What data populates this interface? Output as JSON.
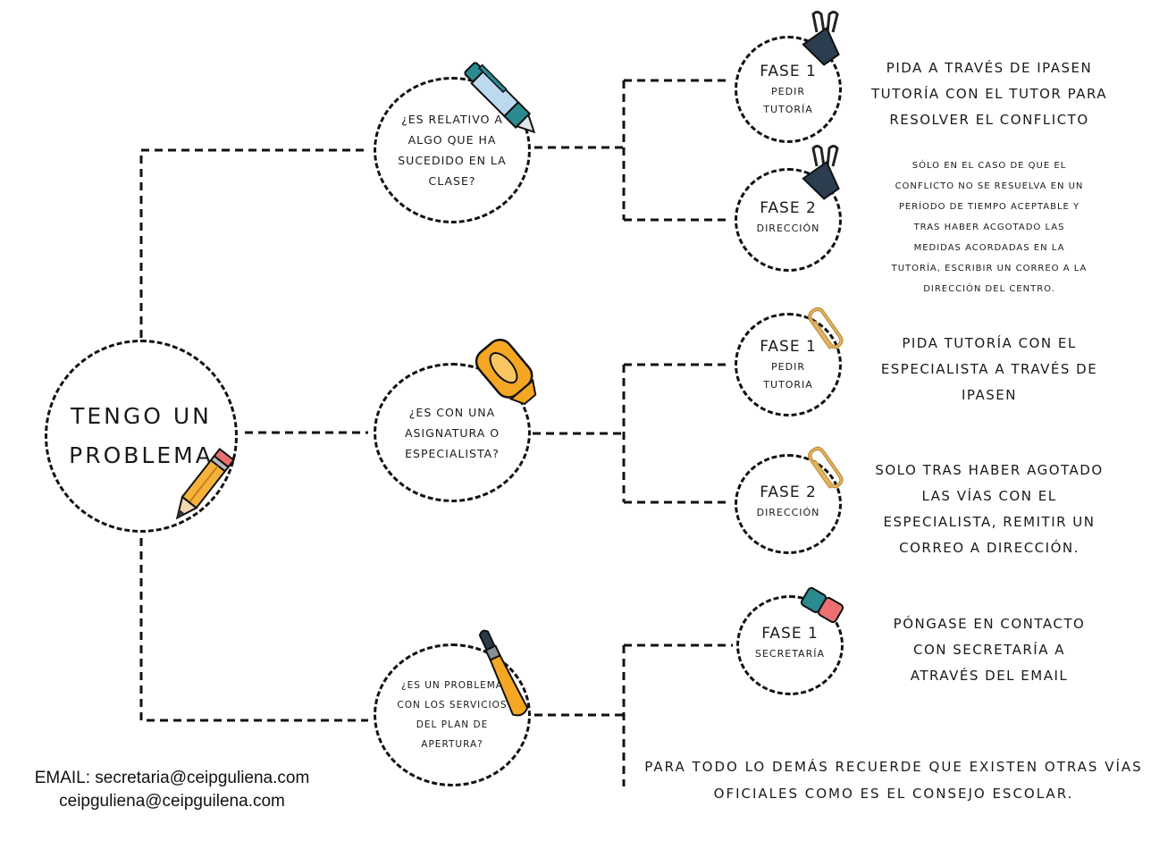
{
  "main": {
    "line1": "TENGO UN",
    "line2": "PROBLEMA"
  },
  "questions": [
    {
      "lines": [
        "¿ES RELATIVO A",
        "ALGO QUE HA",
        "SUCEDIDO EN LA",
        "CLASE?"
      ]
    },
    {
      "lines": [
        "¿ES CON UNA",
        "ASIGNATURA O",
        "ESPECIALISTA?"
      ]
    },
    {
      "lines": [
        "¿ES UN PROBLEMA",
        "CON LOS SERVICIOS",
        "DEL PLAN DE",
        "APERTURA?"
      ]
    }
  ],
  "phases": [
    {
      "title": "FASE 1",
      "sub": [
        "PEDIR",
        "TUTORÍA"
      ]
    },
    {
      "title": "FASE 2",
      "sub": [
        "DIRECCIÓN"
      ]
    },
    {
      "title": "FASE 1",
      "sub": [
        "PEDIR",
        "TUTORIA"
      ]
    },
    {
      "title": "FASE 2",
      "sub": [
        "DIRECCIÓN"
      ]
    },
    {
      "title": "FASE 1",
      "sub": [
        "SECRETARÍA"
      ]
    }
  ],
  "descriptions": [
    {
      "lines": [
        "PIDA A TRAVÉS DE IPASEN",
        "TUTORÍA CON EL TUTOR PARA",
        "RESOLVER EL CONFLICTO"
      ]
    },
    {
      "lines": [
        "SÓLO EN EL CASO DE QUE EL",
        "CONFLICTO NO SE RESUELVA EN UN",
        "PERÍODO DE TIEMPO ACEPTABLE Y",
        "TRAS HABER ACGOTADO LAS",
        "MEDIDAS ACORDADAS EN LA",
        "TUTORÍA, ESCRIBIR UN CORREO A LA",
        "DIRECCIÓN DEL CENTRO."
      ]
    },
    {
      "lines": [
        "PIDA TUTORÍA CON EL",
        "ESPECIALISTA A TRAVÉS DE",
        "IPASEN"
      ]
    },
    {
      "lines": [
        "SOLO TRAS HABER AGOTADO",
        "LAS VÍAS CON EL",
        "ESPECIALISTA, REMITIR UN",
        "CORREO A DIRECCIÓN."
      ]
    },
    {
      "lines": [
        "PÓNGASE EN CONTACTO",
        "CON SECRETARÍA A",
        "ATRAVÉS DEL EMAIL"
      ]
    }
  ],
  "note": {
    "lines": [
      "PARA TODO LO DEMÁS RECUERDE QUE EXISTEN OTRAS VÍAS",
      "OFICIALES COMO ES EL CONSEJO ESCOLAR."
    ]
  },
  "footer": {
    "email_line": "EMAIL: secretaria@ceipguliena.com",
    "email_line2": "ceipguliena@ceipguilena.com"
  },
  "icons": {
    "main": "pencil-icon",
    "q1": "pen-icon",
    "q2": "highlighter-icon",
    "q3": "paintbrush-icon",
    "f1": "binder-clip-icon",
    "f2": "binder-clip-icon",
    "f3": "paperclip-icon",
    "f4": "paperclip-icon",
    "f5": "eraser-icon"
  }
}
